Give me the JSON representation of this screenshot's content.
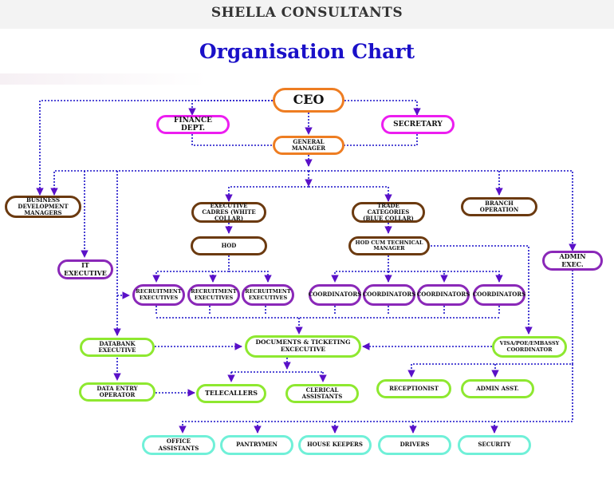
{
  "header": {
    "company": "SHELLA CONSULTANTS",
    "title": "Organisation Chart"
  },
  "colors": {
    "top_level": "#ee7d22",
    "support": "#ec1ef0",
    "departments": "#6b3a10",
    "staff": "#8a28b8",
    "operations": "#8ee830",
    "general_staff": "#70f0d8",
    "connector": "#1a10c8",
    "arrow": "#5a10c8"
  },
  "nodes": {
    "ceo": "CEO",
    "finance": "Finance Dept.",
    "secretary": "Secretary",
    "gm": "General Manager",
    "bdm": "Business Development Managers",
    "executive_cadres": "Executive Cadres (White Collar)",
    "trade_categories": "Trade Categories (Blue Collar)",
    "branch": "Branch Operation",
    "hod": "HOD",
    "hod_tech": "HOD cum Technical Manager",
    "it_exec": "IT Executive",
    "admin_exec": "Admin Exec.",
    "rec_exec_1": "Recruitment Executives",
    "rec_exec_2": "Recruitment Executives",
    "rec_exec_3": "Recruitment Executives",
    "coord_1": "Coordinators",
    "coord_2": "Coordinators",
    "coord_3": "Coordinators",
    "coord_4": "Coordinators",
    "databank": "Databank Executive",
    "documents": "Documents & Ticketing Excecutive",
    "visa": "Visa/Poe/Embassy Coordinator",
    "data_entry": "Data Entry Operator",
    "telecallers": "Telecallers",
    "clerical": "Clerical Assistants",
    "receptionist": "Receptionist",
    "admin_asst": "Admin Asst.",
    "office_assistants": "Office Assistants",
    "pantrymen": "Pantrymen",
    "house_keepers": "House Keepers",
    "drivers": "Drivers",
    "security": "Security"
  }
}
